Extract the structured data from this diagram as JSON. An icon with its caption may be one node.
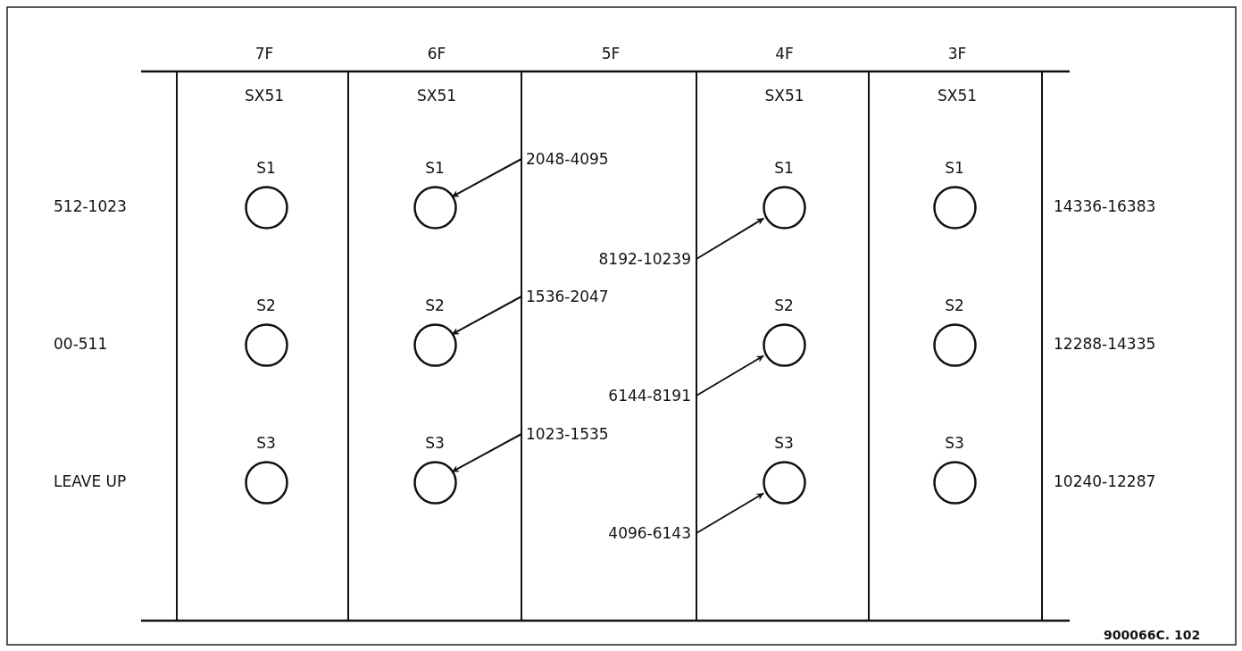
{
  "diagram": {
    "nodes": [
      {
        "text": [
          "7F",
          "SX51"
        ]
      },
      {
        "text": [
          "S1"
        ],
        "in": 0
      },
      {
        "text": [
          "S2"
        ],
        "in": 0
      },
      {
        "text": [
          "S3"
        ],
        "in": 0
      },
      {
        "text": [
          "6F",
          "SX51"
        ]
      },
      {
        "text": [
          "S1"
        ],
        "in": 4
      },
      {
        "text": [
          "S2"
        ],
        "in": 4
      },
      {
        "text": [
          "S3"
        ],
        "in": 4
      },
      {
        "text": [
          "5F"
        ]
      },
      {
        "text": [
          "2048-4095"
        ],
        "in": 8
      },
      {
        "text": [
          "1536-2047"
        ],
        "in": 8
      },
      {
        "text": [
          "1023-1535"
        ],
        "in": 8
      },
      {
        "text": [
          "8192-10239"
        ],
        "in": 8
      },
      {
        "text": [
          "6144-8191"
        ],
        "in": 8
      },
      {
        "text": [
          "4096-6143"
        ],
        "in": 8
      },
      {
        "text": [
          "4F",
          "SX51"
        ]
      },
      {
        "text": [
          "S1"
        ],
        "in": 15
      },
      {
        "text": [
          "S2"
        ],
        "in": 15
      },
      {
        "text": [
          "S3"
        ],
        "in": 15
      },
      {
        "text": [
          "3F",
          "SX51"
        ]
      },
      {
        "text": [
          "S1"
        ],
        "in": 19
      },
      {
        "text": [
          "S2"
        ],
        "in": 19
      },
      {
        "text": [
          "S3"
        ],
        "in": 19
      }
    ],
    "edges": [
      {
        "from": 9,
        "to": 5,
        "arrow": "to"
      },
      {
        "from": 10,
        "to": 6,
        "arrow": "to"
      },
      {
        "from": 11,
        "to": 7,
        "arrow": "to"
      },
      {
        "from": 12,
        "to": 16,
        "arrow": "to"
      },
      {
        "from": 13,
        "to": 17,
        "arrow": "to"
      },
      {
        "from": 14,
        "to": 18,
        "arrow": "to"
      }
    ],
    "labels": [
      "512-1023",
      "14336-16383",
      "00-511",
      "12288-14335",
      "LEAVE UP",
      "10240-12287",
      "900066C. 102"
    ]
  }
}
